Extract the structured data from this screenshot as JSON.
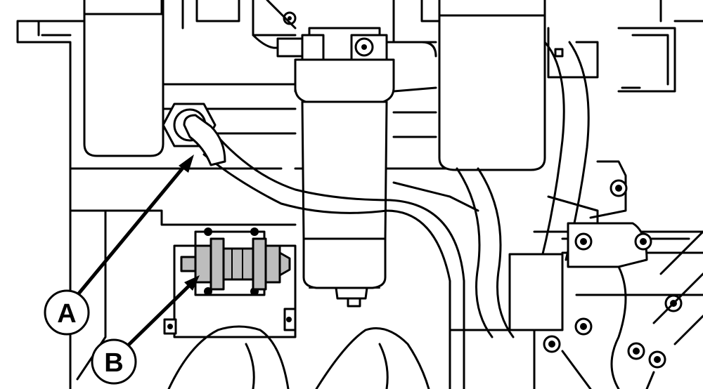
{
  "callouts": [
    {
      "id": "A",
      "label": "A"
    },
    {
      "id": "B",
      "label": "B"
    }
  ],
  "colors": {
    "line": "#000000",
    "background": "#ffffff",
    "highlight": "#bdbdbd"
  }
}
